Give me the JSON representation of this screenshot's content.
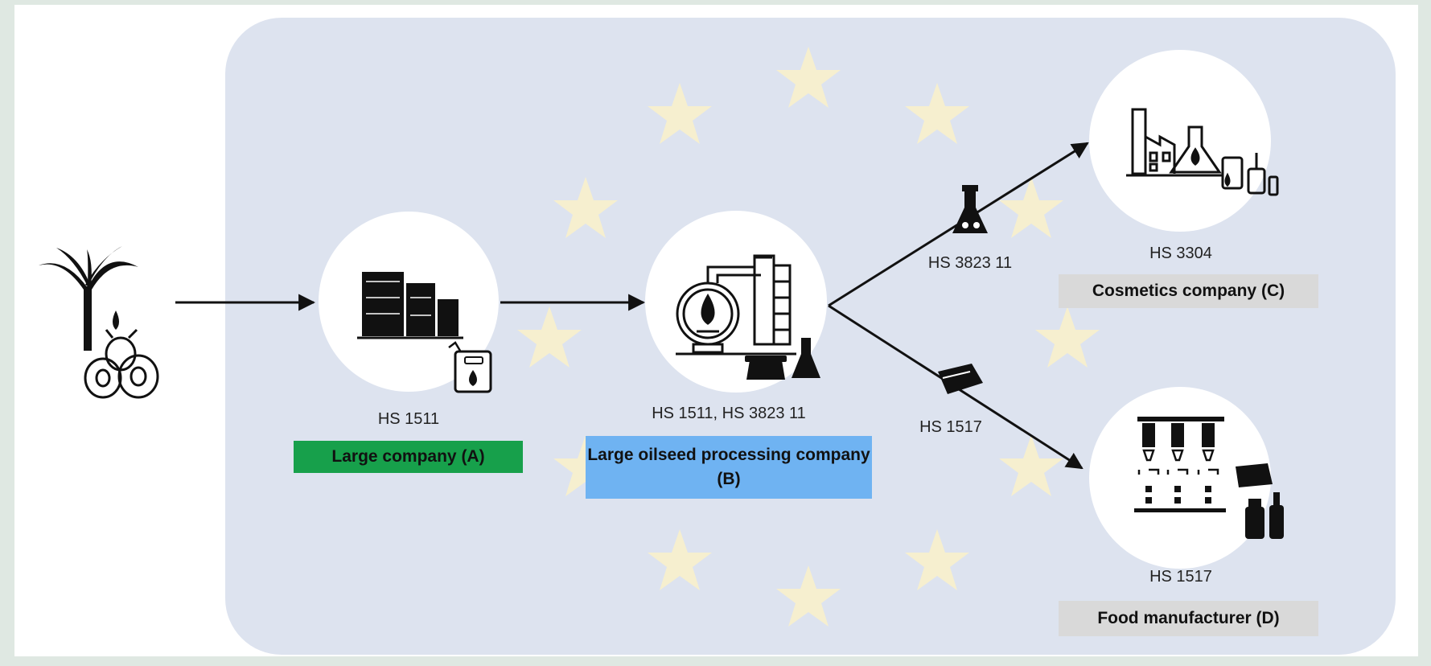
{
  "colors": {
    "panel": "#dde3ef",
    "star": "#f6efcf",
    "box_a": "#17a04b",
    "box_b": "#6fb3f2",
    "box_grey": "#d9d9d9"
  },
  "source": {
    "icon": "palm-tree-oil-icon"
  },
  "nodes": {
    "a": {
      "icon": "storage-tanks-oil-can-icon",
      "hs_code": "HS 1511",
      "name": "Large company (A)"
    },
    "b": {
      "icon": "oil-refinery-icon",
      "hs_code": "HS 1511, HS 3823 11",
      "name": "Large oilseed processing company (B)"
    },
    "c": {
      "icon": "cosmetics-factory-icon",
      "hs_code": "HS 3304",
      "name": "Cosmetics company (C)"
    },
    "d": {
      "icon": "food-production-line-icon",
      "hs_code": "HS 1517",
      "name": "Food manufacturer (D)"
    }
  },
  "edges": [
    {
      "from": "source",
      "to": "a",
      "label": ""
    },
    {
      "from": "a",
      "to": "b",
      "label": ""
    },
    {
      "from": "b",
      "to": "c",
      "label": "HS 3823 11",
      "icon": "flask-icon"
    },
    {
      "from": "b",
      "to": "d",
      "label": "HS 1517",
      "icon": "margarine-tub-icon"
    }
  ]
}
